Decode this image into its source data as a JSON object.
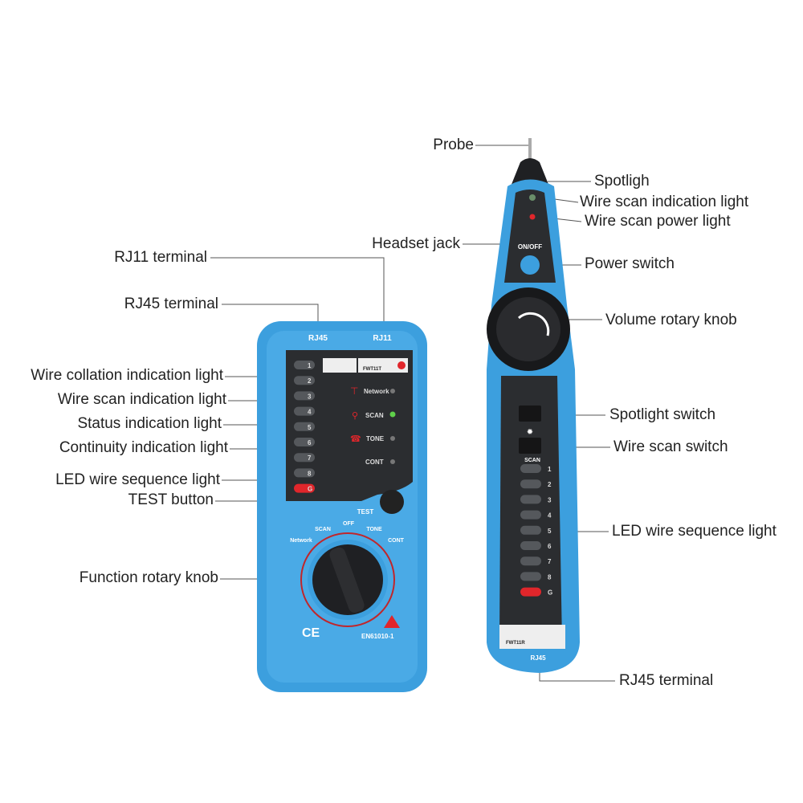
{
  "colors": {
    "device_blue": "#3c9fde",
    "panel": "#2b2d30",
    "accent_red": "#e0262b",
    "led_green": "#5fd04a"
  },
  "left_labels": {
    "rj11": "RJ11 terminal",
    "rj45": "RJ45 terminal",
    "collation": "Wire collation indication light",
    "scan": "Wire scan indication light",
    "status": "Status indication light",
    "continuity": "Continuity indication light",
    "led_seq": "LED wire sequence light",
    "test": "TEST button",
    "knob": "Function rotary knob"
  },
  "right_labels": {
    "probe": "Probe",
    "spotlight": "Spotligh",
    "scan_light": "Wire scan indication light",
    "power_light": "Wire scan power light",
    "headset": "Headset jack",
    "power_switch": "Power switch",
    "volume": "Volume rotary knob",
    "spot_switch": "Spotlight switch",
    "scan_switch": "Wire scan switch",
    "led_seq": "LED wire sequence light",
    "rj45": "RJ45 terminal"
  },
  "transmitter": {
    "port_rj45": "RJ45",
    "port_rj11": "RJ11",
    "leds": [
      "1",
      "2",
      "3",
      "4",
      "5",
      "6",
      "7",
      "8",
      "G"
    ],
    "model": "FWT11T",
    "modes": {
      "network": "Network",
      "scan": "SCAN",
      "tone": "TONE",
      "cont": "CONT"
    },
    "test": "TEST",
    "off": "OFF",
    "ce": "CE",
    "standard": "EN61010-1"
  },
  "receiver": {
    "onoff": "ON/OFF",
    "scan": "SCAN",
    "leds": [
      "1",
      "2",
      "3",
      "4",
      "5",
      "6",
      "7",
      "8",
      "G"
    ],
    "model": "FWT11R",
    "port": "RJ45"
  }
}
